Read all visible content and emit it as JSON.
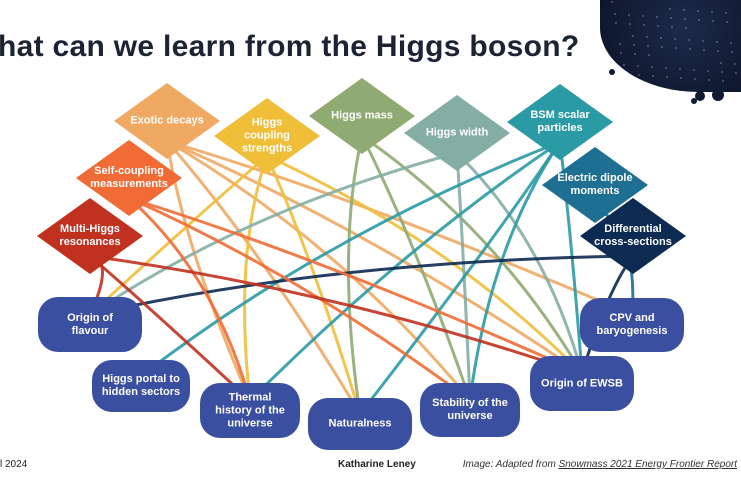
{
  "title": "hat can we learn from the Higgs boson?",
  "footer": {
    "date": "l 2024",
    "author": "Katharine Leney",
    "credit_prefix": "Image: Adapted from ",
    "credit_link": "Snowmass 2021 Energy Frontier Report"
  },
  "measurements": [
    {
      "id": "exotic",
      "label": "Exotic decays",
      "color": "#f0a963"
    },
    {
      "id": "coupling",
      "label": "Higgs\ncoupling\nstrengths",
      "color": "#f0bf3a"
    },
    {
      "id": "mass",
      "label": "Higgs mass",
      "color": "#8faa72"
    },
    {
      "id": "width",
      "label": "Higgs width",
      "color": "#84aea4"
    },
    {
      "id": "bsm",
      "label": "BSM scalar\nparticles",
      "color": "#2a9aa5"
    },
    {
      "id": "edm",
      "label": "Electric dipole\nmoments",
      "color": "#1f6f93"
    },
    {
      "id": "diff",
      "label": "Differential\ncross-sections",
      "color": "#0d2a52"
    },
    {
      "id": "self",
      "label": "Self-coupling\nmeasurements",
      "color": "#f06b35"
    },
    {
      "id": "multi",
      "label": "Multi-Higgs\nresonances",
      "color": "#c0311f"
    }
  ],
  "questions": [
    {
      "id": "flavour",
      "label": "Origin of\nflavour"
    },
    {
      "id": "portal",
      "label": "Higgs portal to\nhidden sectors"
    },
    {
      "id": "thermal",
      "label": "Thermal\nhistory of the\nuniverse"
    },
    {
      "id": "natural",
      "label": "Naturalness"
    },
    {
      "id": "stability",
      "label": "Stability of the\nuniverse"
    },
    {
      "id": "ewsb",
      "label": "Origin of EWSB"
    },
    {
      "id": "cpv",
      "label": "CPV and\nbaryogenesis"
    }
  ],
  "question_color": "#3a4fa0",
  "links": [
    [
      "exotic",
      "thermal"
    ],
    [
      "exotic",
      "natural"
    ],
    [
      "exotic",
      "stability"
    ],
    [
      "exotic",
      "cpv"
    ],
    [
      "exotic",
      "ewsb"
    ],
    [
      "coupling",
      "flavour"
    ],
    [
      "coupling",
      "thermal"
    ],
    [
      "coupling",
      "natural"
    ],
    [
      "coupling",
      "ewsb"
    ],
    [
      "mass",
      "natural"
    ],
    [
      "mass",
      "stability"
    ],
    [
      "mass",
      "ewsb"
    ],
    [
      "width",
      "flavour"
    ],
    [
      "width",
      "stability"
    ],
    [
      "width",
      "ewsb"
    ],
    [
      "bsm",
      "portal"
    ],
    [
      "bsm",
      "thermal"
    ],
    [
      "bsm",
      "natural"
    ],
    [
      "bsm",
      "stability"
    ],
    [
      "bsm",
      "ewsb"
    ],
    [
      "edm",
      "cpv"
    ],
    [
      "diff",
      "flavour"
    ],
    [
      "diff",
      "ewsb"
    ],
    [
      "self",
      "thermal"
    ],
    [
      "self",
      "ewsb"
    ],
    [
      "self",
      "stability"
    ],
    [
      "multi",
      "flavour"
    ],
    [
      "multi",
      "thermal"
    ],
    [
      "multi",
      "ewsb"
    ]
  ]
}
